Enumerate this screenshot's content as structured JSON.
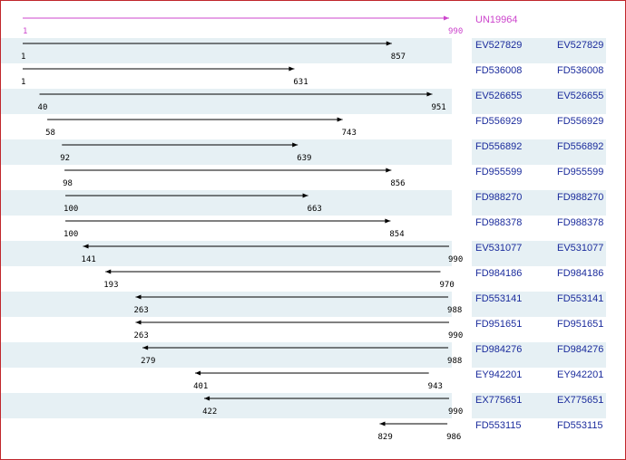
{
  "reference": {
    "id": "UN19964",
    "start": 1,
    "end": 990,
    "color": "#cc44cc"
  },
  "colors": {
    "stripe": "#e6f0f4",
    "arrow": "#000000",
    "link": "#1a2b9c",
    "border": "#c0262b"
  },
  "alignments": [
    {
      "id": "EV527829",
      "link": "EV527829",
      "start": 1,
      "end": 857,
      "direction": "forward"
    },
    {
      "id": "FD536008",
      "link": "FD536008",
      "start": 1,
      "end": 631,
      "direction": "forward"
    },
    {
      "id": "EV526655",
      "link": "EV526655",
      "start": 40,
      "end": 951,
      "direction": "forward"
    },
    {
      "id": "FD556929",
      "link": "FD556929",
      "start": 58,
      "end": 743,
      "direction": "forward"
    },
    {
      "id": "FD556892",
      "link": "FD556892",
      "start": 92,
      "end": 639,
      "direction": "forward"
    },
    {
      "id": "FD955599",
      "link": "FD955599",
      "start": 98,
      "end": 856,
      "direction": "forward"
    },
    {
      "id": "FD988270",
      "link": "FD988270",
      "start": 100,
      "end": 663,
      "direction": "forward"
    },
    {
      "id": "FD988378",
      "link": "FD988378",
      "start": 100,
      "end": 854,
      "direction": "forward"
    },
    {
      "id": "EV531077",
      "link": "EV531077",
      "start": 141,
      "end": 990,
      "direction": "reverse"
    },
    {
      "id": "FD984186",
      "link": "FD984186",
      "start": 193,
      "end": 970,
      "direction": "reverse"
    },
    {
      "id": "FD553141",
      "link": "FD553141",
      "start": 263,
      "end": 988,
      "direction": "reverse"
    },
    {
      "id": "FD951651",
      "link": "FD951651",
      "start": 263,
      "end": 990,
      "direction": "reverse"
    },
    {
      "id": "FD984276",
      "link": "FD984276",
      "start": 279,
      "end": 988,
      "direction": "reverse"
    },
    {
      "id": "EY942201",
      "link": "EY942201",
      "start": 401,
      "end": 943,
      "direction": "reverse"
    },
    {
      "id": "EX775651",
      "link": "EX775651",
      "start": 422,
      "end": 990,
      "direction": "reverse"
    },
    {
      "id": "FD553115",
      "link": "FD553115",
      "start": 829,
      "end": 986,
      "direction": "reverse"
    }
  ]
}
